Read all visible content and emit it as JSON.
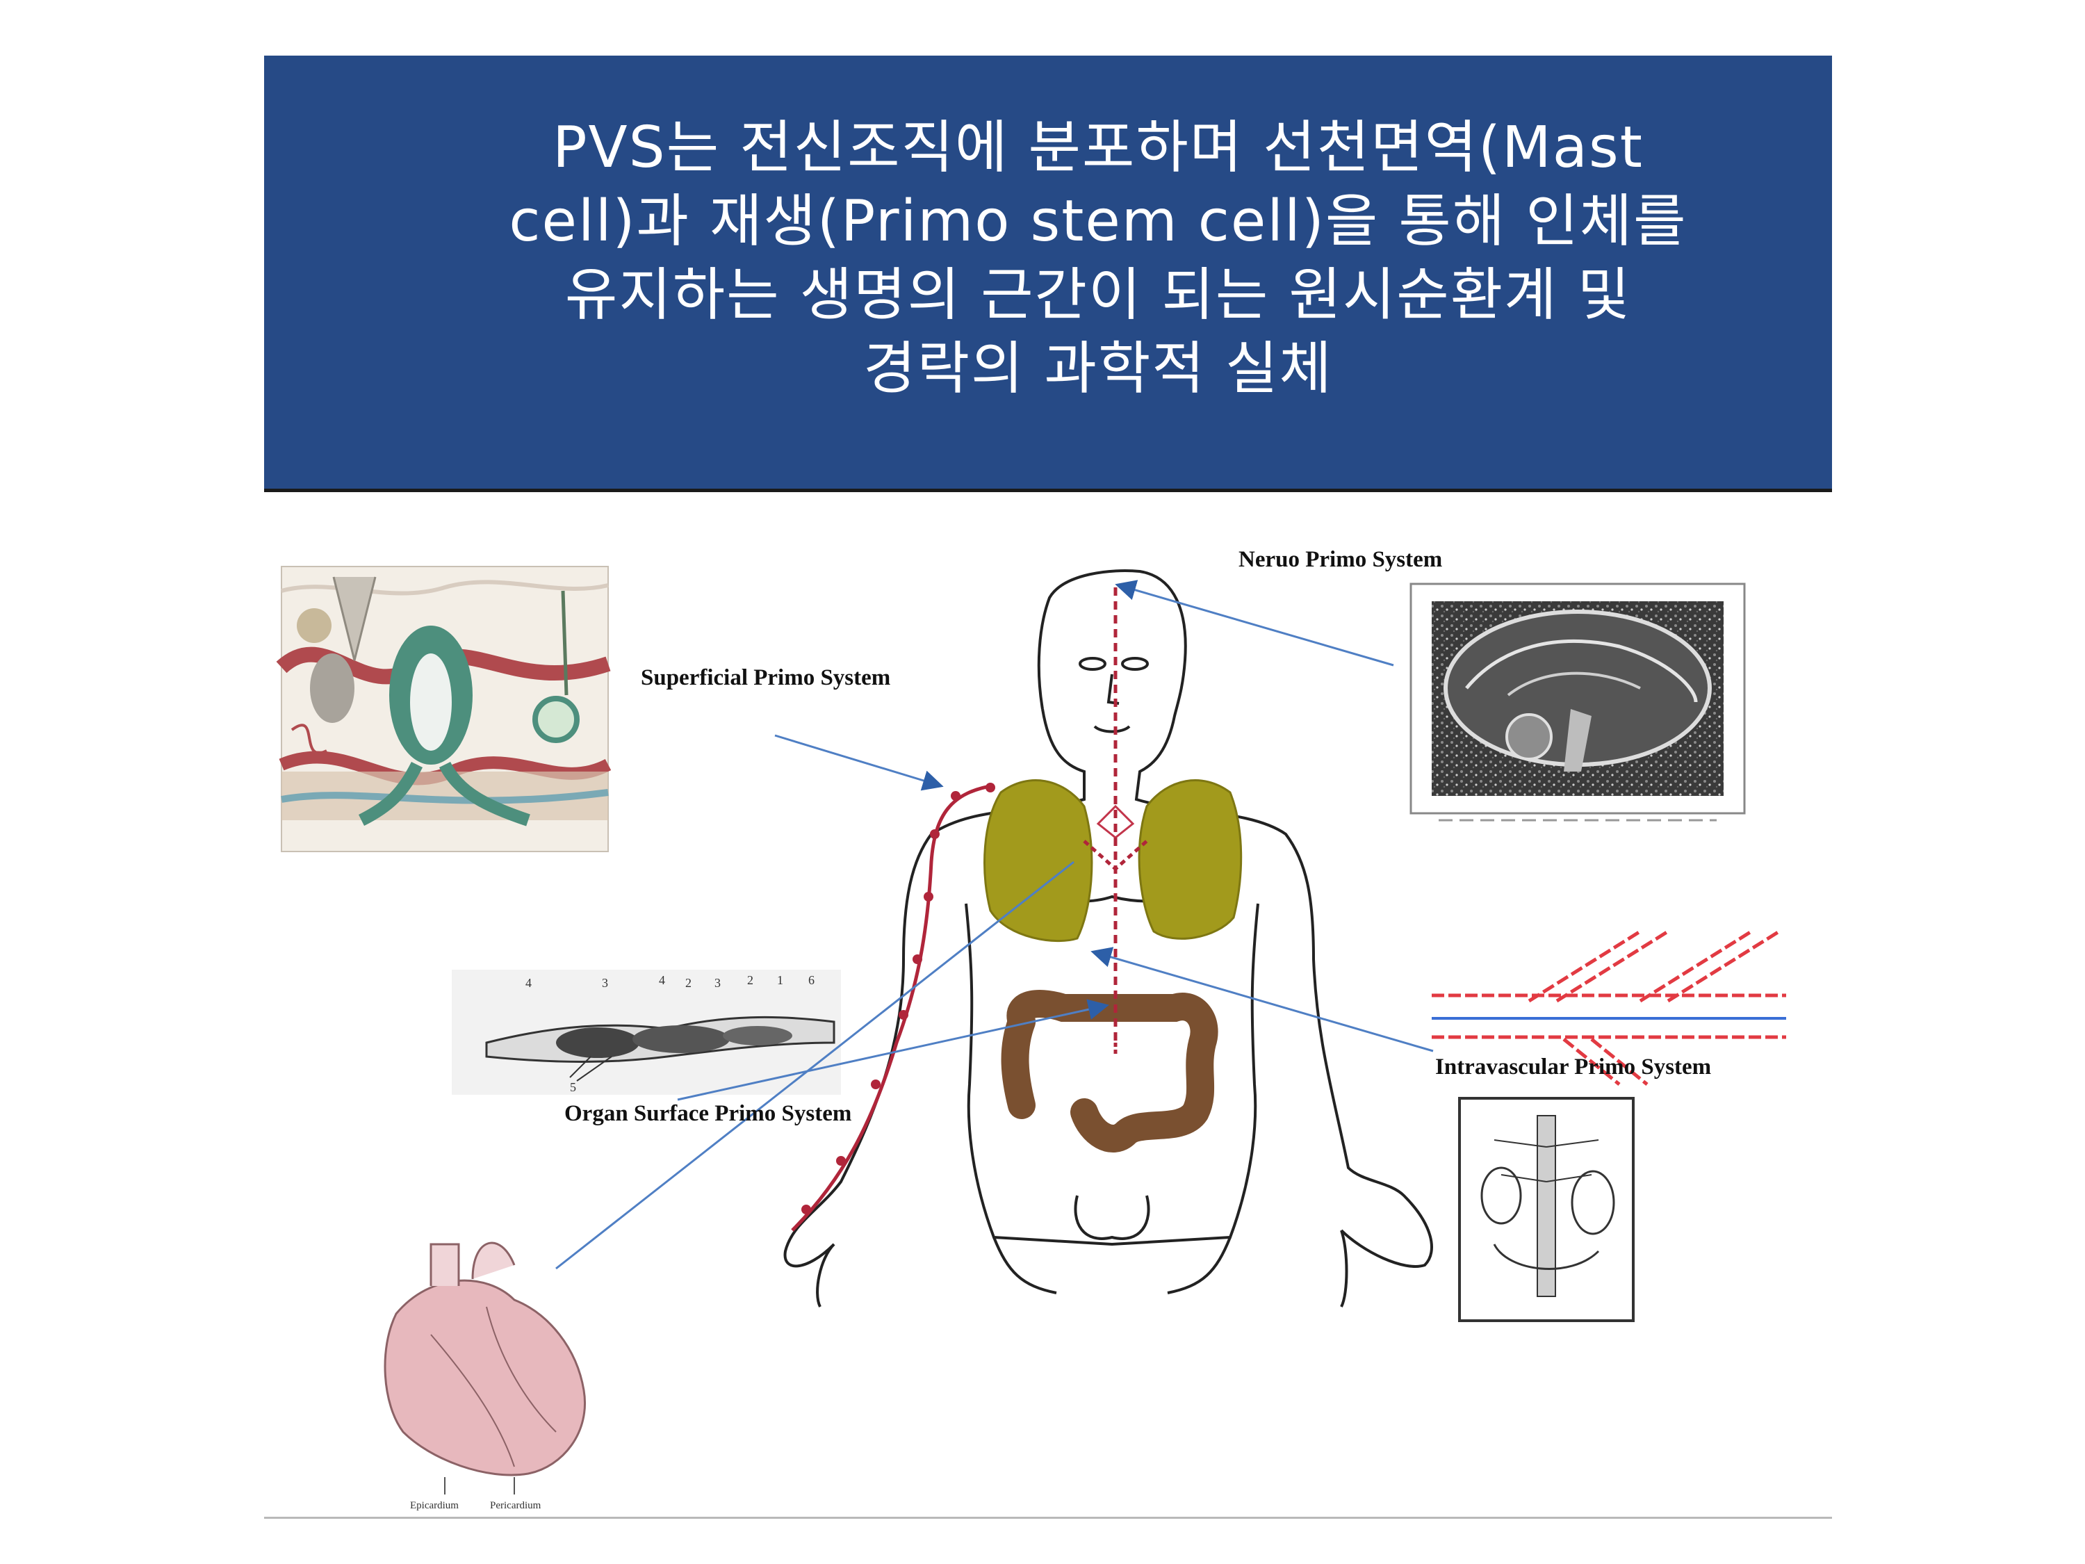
{
  "title": {
    "lines": [
      "PVS는 전신조직에 분포하며 선천면역(Mast",
      "cell)과 재생(Primo stem cell)을 통해 인체를",
      "유지하는 생명의 근간이 되는 원시순환계 및",
      "경락의 과학적 실체"
    ]
  },
  "diagram": {
    "labels": {
      "neuro": "Neruo Primo System",
      "superficial": "Superficial Primo System",
      "intravascular": "Intravascular Primo System",
      "organ_surface": "Organ Surface Primo System"
    },
    "vessel_numbers": [
      "4",
      "3",
      "4",
      "2",
      "3",
      "2",
      "1",
      "6",
      "5"
    ],
    "heart_labels": [
      "Epicardium",
      "Pericardium"
    ]
  },
  "colors": {
    "banner": "#264a86",
    "title_text": "#ffffff",
    "pointer_line": "#4f7fc4",
    "primo_red": "#b0253a",
    "lung": "#a29a1c",
    "intestine": "#7a5030"
  }
}
